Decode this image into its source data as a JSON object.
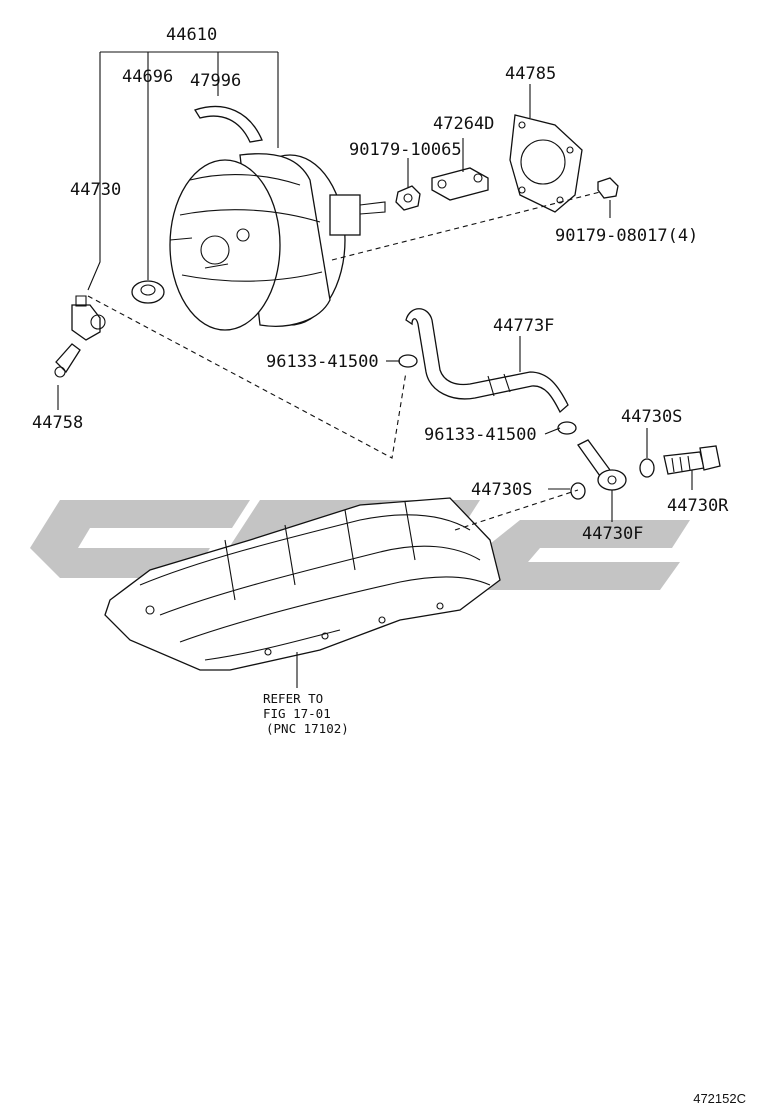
{
  "labels": {
    "p44610": "44610",
    "p44696": "44696",
    "p47996": "47996",
    "p44785": "44785",
    "p47264d": "47264D",
    "p90179_10065": "90179-10065",
    "p44730": "44730",
    "p90179_08017": "90179-08017(4)",
    "p44773f": "44773F",
    "p96133_a": "96133-41500",
    "p44758": "44758",
    "p44730s_a": "44730S",
    "p96133_b": "96133-41500",
    "p44730s_b": "44730S",
    "p44730r": "44730R",
    "p44730f": "44730F"
  },
  "refer": {
    "line1": "REFER TO",
    "line2": "FIG 17-01",
    "line3": "(PNC 17102)"
  },
  "diagram_id": "472152C",
  "colors": {
    "line": "#111111",
    "watermark": "#c4c4c4"
  }
}
